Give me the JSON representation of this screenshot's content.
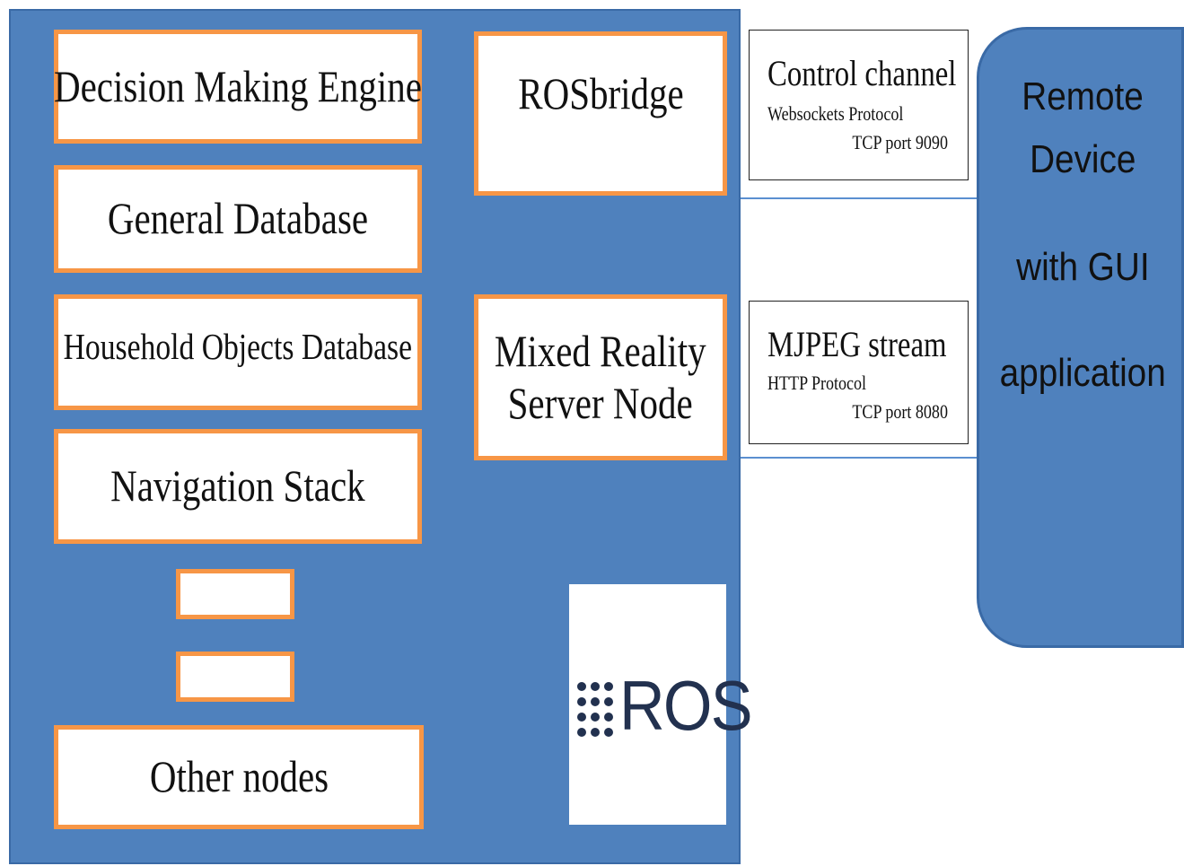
{
  "ros_system": {
    "nodes": [
      {
        "label": "Decision Making Engine"
      },
      {
        "label": "General Database"
      },
      {
        "label": "Household Objects Database"
      },
      {
        "label": "Navigation Stack"
      },
      {
        "label": "Other nodes"
      }
    ],
    "bridge_nodes": [
      {
        "label": "ROSbridge"
      },
      {
        "line1": "Mixed Reality",
        "line2": "Server Node"
      }
    ],
    "logo_text": "ROS"
  },
  "channels": [
    {
      "title": "Control channel",
      "protocol": "Websockets Protocol",
      "port": "TCP port 9090"
    },
    {
      "title": "MJPEG stream",
      "protocol": "HTTP Protocol",
      "port": "TCP port 8080"
    }
  ],
  "remote_device": {
    "line1": "Remote",
    "line2": "Device",
    "line3": "with GUI",
    "line4": "application"
  },
  "colors": {
    "panel_blue": "#4f81bd",
    "node_border_orange": "#f79646",
    "link_line_blue": "#5b8fd0"
  }
}
